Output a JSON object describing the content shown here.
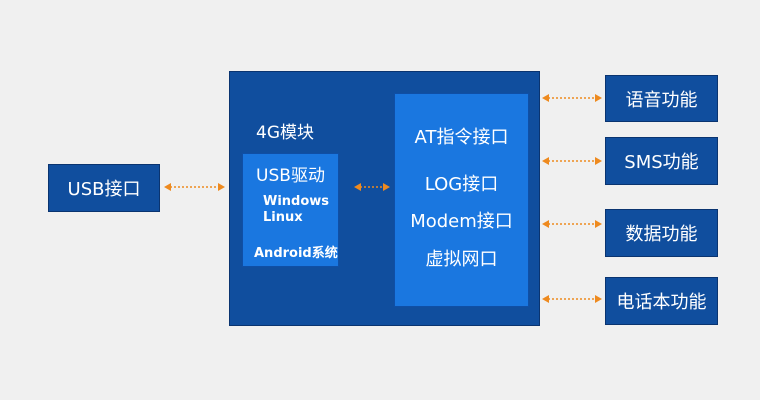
{
  "usb_port": {
    "label": "USB接口"
  },
  "module": {
    "title": "4G模块",
    "driver_box": {
      "title": "USB驱动",
      "lines": [
        "Windows",
        "Linux",
        "Android系统"
      ]
    },
    "interface_box": {
      "items": [
        "AT指令接口",
        "LOG接口",
        "Modem接口",
        "虚拟网口"
      ]
    }
  },
  "functions": [
    {
      "label": "语音功能"
    },
    {
      "label": "SMS功能"
    },
    {
      "label": "数据功能"
    },
    {
      "label": "电话本功能"
    }
  ],
  "colors": {
    "background": "#f0f0f0",
    "box_dark": "#104e9e",
    "box_light": "#1a77e0",
    "arrow": "#ee8a1f",
    "text": "#ffffff"
  }
}
